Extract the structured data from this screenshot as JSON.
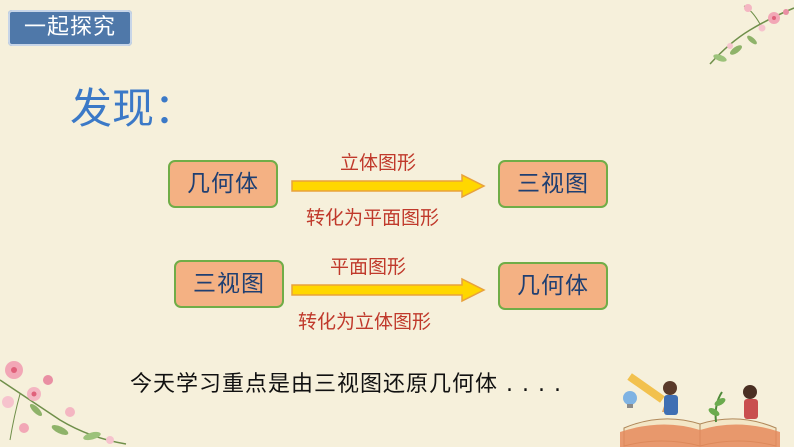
{
  "badge": {
    "label": "一起探究"
  },
  "heading": "发现：",
  "row1": {
    "from": "几何体",
    "to": "三视图",
    "top_label": "立体图形",
    "bottom_label": "转化为平面图形"
  },
  "row2": {
    "from": "三视图",
    "to": "几何体",
    "top_label": "平面图形",
    "bottom_label": "转化为立体图形"
  },
  "summary": "今天学习重点是由三视图还原几何体 . . . .",
  "colors": {
    "background": "#f6f0db",
    "badge": "#4f78a9",
    "heading": "#3b79c7",
    "box_fill": "#f4b183",
    "box_border": "#70ad47",
    "box_text": "#1f3f72",
    "label_text": "#c0392b",
    "arrow_fill": "#ffd700"
  },
  "icons": [
    "flower-branch-top-right",
    "flower-branch-bottom-left",
    "book-reading-illustration"
  ]
}
